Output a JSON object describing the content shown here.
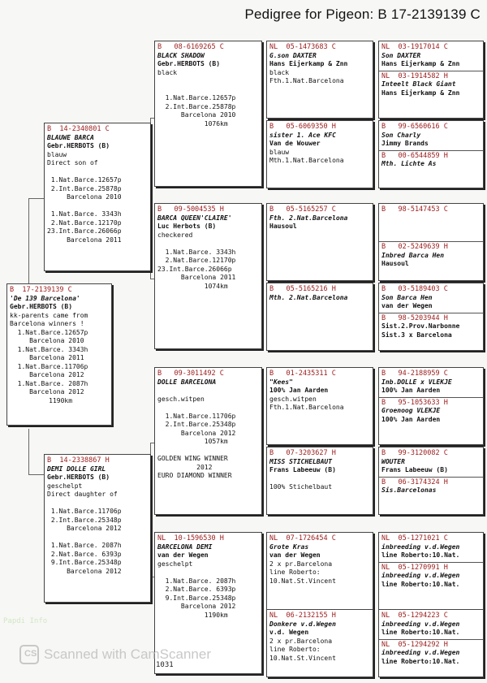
{
  "title": "Pedigree for Pigeon: B   17-2139139 C",
  "boxes": [
    {
      "id": "b-main",
      "lines": [
        [
          "h",
          "B  17-2139139 C"
        ],
        [
          "n",
          "'De 139 Barcelona'"
        ],
        [
          "b",
          "Gebr.HERBOTS (B)"
        ],
        [
          "t",
          "kk-parents came from"
        ],
        [
          "t",
          "Barcelona winners !"
        ],
        [
          "t",
          "  1.Nat.Barce.12657p"
        ],
        [
          "t",
          "     Barcelona 2010"
        ],
        [
          "t",
          "  1.Nat.Barce. 3343h"
        ],
        [
          "t",
          "     Barcelona 2011"
        ],
        [
          "t",
          "  1.Nat.Barce.11706p"
        ],
        [
          "t",
          "     Barcelona 2012"
        ],
        [
          "t",
          "  1.Nat.Barce. 2087h"
        ],
        [
          "t",
          "     Barcelona 2012"
        ],
        [
          "t",
          "          1190km"
        ]
      ]
    },
    {
      "id": "b-sire",
      "lines": [
        [
          "h",
          "B  14-2340801 C"
        ],
        [
          "n",
          "BLAUWE BARCA"
        ],
        [
          "b",
          "Gebr.HERBOTS (B)"
        ],
        [
          "t",
          "blauw"
        ],
        [
          "t",
          "Direct son of"
        ],
        [
          "t",
          ""
        ],
        [
          "t",
          " 1.Nat.Barce.12657p"
        ],
        [
          "t",
          " 2.Int.Barce.25878p"
        ],
        [
          "t",
          "     Barcelona 2010"
        ],
        [
          "t",
          ""
        ],
        [
          "t",
          " 1.Nat.Barce. 3343h"
        ],
        [
          "t",
          " 2.Nat.Barce.12170p"
        ],
        [
          "t",
          "23.Int.Barce.26066p"
        ],
        [
          "t",
          "     Barcelona 2011"
        ]
      ]
    },
    {
      "id": "b-dam",
      "lines": [
        [
          "h",
          "B  14-2338867 H"
        ],
        [
          "n",
          "DEMI DOLLE GIRL"
        ],
        [
          "b",
          "Gebr.HERBOTS (B)"
        ],
        [
          "t",
          "geschelpt"
        ],
        [
          "t",
          "Direct daughter of"
        ],
        [
          "t",
          ""
        ],
        [
          "t",
          " 1.Nat.Barce.11706p"
        ],
        [
          "t",
          " 2.Int.Barce.25348p"
        ],
        [
          "t",
          "     Barcelona 2012"
        ],
        [
          "t",
          ""
        ],
        [
          "t",
          " 1.Nat.Barce. 2087h"
        ],
        [
          "t",
          " 2.Nat.Barce. 6393p"
        ],
        [
          "t",
          " 9.Int.Barce.25348p"
        ],
        [
          "t",
          "     Barcelona 2012"
        ]
      ]
    },
    {
      "id": "b-ss",
      "lines": [
        [
          "h",
          "B   08-6169265 C"
        ],
        [
          "n",
          "BLACK SHADOW"
        ],
        [
          "b",
          "Gebr.HERBOTS (B)"
        ],
        [
          "t",
          "black"
        ],
        [
          "t",
          ""
        ],
        [
          "t",
          ""
        ],
        [
          "t",
          "  1.Nat.Barce.12657p"
        ],
        [
          "t",
          "  2.Int.Barce.25878p"
        ],
        [
          "t",
          "      Barcelona 2010"
        ],
        [
          "t",
          "            1076km"
        ]
      ]
    },
    {
      "id": "b-sd",
      "lines": [
        [
          "h",
          "B   09-5004535 H"
        ],
        [
          "n",
          "BARCA QUEEN'CLAIRE'"
        ],
        [
          "b",
          "Luc Herbots (B)"
        ],
        [
          "t",
          "checkered"
        ],
        [
          "t",
          ""
        ],
        [
          "t",
          "  1.Nat.Barce. 3343h"
        ],
        [
          "t",
          "  2.Nat.Barce.12170p"
        ],
        [
          "t",
          "23.Int.Barce.26066p"
        ],
        [
          "t",
          "      Barcelona 2011"
        ],
        [
          "t",
          "            1074km"
        ]
      ]
    },
    {
      "id": "b-ds",
      "lines": [
        [
          "h",
          "B   09-3011492 C"
        ],
        [
          "n",
          "DOLLE BARCELONA"
        ],
        [
          "t",
          ""
        ],
        [
          "t",
          "gesch.witpen"
        ],
        [
          "t",
          ""
        ],
        [
          "t",
          "  1.Nat.Barce.11706p"
        ],
        [
          "t",
          "  2.Int.Barce.25348p"
        ],
        [
          "t",
          "      Barcelona 2012"
        ],
        [
          "t",
          "            1057km"
        ],
        [
          "t",
          ""
        ],
        [
          "t",
          "GOLDEN WING WINNER"
        ],
        [
          "t",
          "          2012"
        ],
        [
          "t",
          "EURO DIAMOND WINNER"
        ]
      ]
    },
    {
      "id": "b-dd",
      "lines": [
        [
          "h",
          "NL  10-1596530 H"
        ],
        [
          "n",
          "BARCELONA DEMI"
        ],
        [
          "b",
          "van der Wegen"
        ],
        [
          "t",
          "geschelpt"
        ],
        [
          "t",
          ""
        ],
        [
          "t",
          "  1.Nat.Barce. 2087h"
        ],
        [
          "t",
          "  2.Nat.Barce. 6393p"
        ],
        [
          "t",
          "  9.Int.Barce.25348p"
        ],
        [
          "t",
          "      Barcelona 2012"
        ],
        [
          "t",
          "            1190km"
        ]
      ]
    },
    {
      "id": "b-sss",
      "lines": [
        [
          "h",
          "NL  05-1473683 C"
        ],
        [
          "n",
          "G.son DAXTER"
        ],
        [
          "b",
          "Hans Eijerkamp & Znn"
        ],
        [
          "t",
          "black"
        ],
        [
          "t",
          "Fth.1.Nat.Barcelona"
        ]
      ]
    },
    {
      "id": "b-ssd",
      "lines": [
        [
          "h",
          "B   05-6069350 H"
        ],
        [
          "n",
          "sister 1. Ace KFC"
        ],
        [
          "b",
          "Van de Wouwer"
        ],
        [
          "t",
          "blauw"
        ],
        [
          "t",
          "Mth.1.Nat.Barcelona"
        ]
      ]
    },
    {
      "id": "b-sds",
      "lines": [
        [
          "h",
          "B   05-5165257 C"
        ],
        [
          "n",
          "Fth. 2.Nat.Barcelona"
        ],
        [
          "b",
          "Hausoul"
        ]
      ]
    },
    {
      "id": "b-sdd",
      "lines": [
        [
          "h",
          "B   05-5165216 H"
        ],
        [
          "n",
          "Mth. 2.Nat.Barcelona"
        ]
      ]
    },
    {
      "id": "b-dss",
      "lines": [
        [
          "h",
          "B   01-2435311 C"
        ],
        [
          "n",
          "\"Kees\""
        ],
        [
          "b",
          "100% Jan Aarden"
        ],
        [
          "t",
          "gesch.witpen"
        ],
        [
          "t",
          "Fth.1.Nat.Barcelona"
        ]
      ]
    },
    {
      "id": "b-dsd",
      "lines": [
        [
          "h",
          "B   07-3203627 H"
        ],
        [
          "n",
          "MISS STICHELBAUT"
        ],
        [
          "b",
          "Frans Labeeuw (B)"
        ],
        [
          "t",
          ""
        ],
        [
          "t",
          "100% Stichelbaut"
        ]
      ]
    },
    {
      "id": "b-dds",
      "lines": [
        [
          "h",
          "NL  07-1726454 C"
        ],
        [
          "n",
          "Grote Kras"
        ],
        [
          "b",
          "van der Wegen"
        ],
        [
          "t",
          "2 x pr.Barcelona"
        ],
        [
          "t",
          "line Roberto:"
        ],
        [
          "t",
          "10.Nat.St.Vincent"
        ]
      ]
    },
    {
      "id": "b-ddd",
      "lines": [
        [
          "h",
          "NL  06-2132155 H"
        ],
        [
          "n",
          "Donkere v.d.Wegen"
        ],
        [
          "b",
          "v.d. Wegen"
        ],
        [
          "t",
          "2 x pr.Barcelona"
        ],
        [
          "t",
          "line Roberto:"
        ],
        [
          "t",
          "10.Nat.St.Vincent"
        ]
      ]
    },
    {
      "id": "g1",
      "lines": [
        [
          "h",
          "NL  03-1917014 C"
        ],
        [
          "n",
          "Son DAXTER"
        ],
        [
          "b",
          "Hans Eijerkamp & Znn"
        ],
        [
          "s",
          ""
        ],
        [
          "h",
          "NL  03-1914582 H"
        ],
        [
          "n",
          "Inteelt Black Giant"
        ],
        [
          "b",
          "Hans Eijerkamp & Znn"
        ]
      ]
    },
    {
      "id": "g2",
      "lines": [
        [
          "h",
          "B   99-6560616 C"
        ],
        [
          "n",
          "Son Charly"
        ],
        [
          "b",
          "Jimmy Brands"
        ],
        [
          "s",
          ""
        ],
        [
          "h",
          "B   00-6544859 H"
        ],
        [
          "n",
          "Mth. Lichte As"
        ]
      ]
    },
    {
      "id": "g3",
      "lines": [
        [
          "h",
          "B   98-5147453 C"
        ],
        [
          "t",
          ""
        ],
        [
          "t",
          ""
        ],
        [
          "t",
          ""
        ],
        [
          "s",
          ""
        ],
        [
          "h",
          "B   02-5249639 H"
        ],
        [
          "n",
          "Inbred Barca Hen"
        ],
        [
          "b",
          "Hausoul"
        ]
      ]
    },
    {
      "id": "g4",
      "lines": [
        [
          "h",
          "B   03-5189403 C"
        ],
        [
          "n",
          "Son Barca Hen"
        ],
        [
          "b",
          "van der Wegen"
        ],
        [
          "s",
          ""
        ],
        [
          "h",
          "B   98-5203944 H"
        ],
        [
          "b",
          "Sist.2.Prov.Narbonne"
        ],
        [
          "b",
          "Sist.3 x Barcelona"
        ]
      ]
    },
    {
      "id": "g5",
      "lines": [
        [
          "h",
          "B   94-2188959 C"
        ],
        [
          "n",
          "Inb.DOLLE x VLEKJE"
        ],
        [
          "b",
          "100% Jan Aarden"
        ],
        [
          "s",
          ""
        ],
        [
          "h",
          "B   95-1053633 H"
        ],
        [
          "n",
          "Groenoog VLEKJE"
        ],
        [
          "b",
          "100% Jan Aarden"
        ]
      ]
    },
    {
      "id": "g6",
      "lines": [
        [
          "h",
          "B   99-3120082 C"
        ],
        [
          "n",
          "WOUTER"
        ],
        [
          "b",
          "Frans Labeeuw (B)"
        ],
        [
          "s",
          ""
        ],
        [
          "h",
          "B   06-3174324 H"
        ],
        [
          "n",
          "Sis.Barcelonas"
        ]
      ]
    },
    {
      "id": "g7",
      "lines": [
        [
          "h",
          "NL  05-1271021 C"
        ],
        [
          "n",
          "inbreeding v.d.Wegen"
        ],
        [
          "b",
          "line Roberto:10.Nat."
        ],
        [
          "s",
          ""
        ],
        [
          "h",
          "NL  05-1270991 H"
        ],
        [
          "n",
          "inbreeding v.d.Wegen"
        ],
        [
          "b",
          "line Roberto:10.Nat."
        ]
      ]
    },
    {
      "id": "g8",
      "lines": [
        [
          "h",
          "NL  05-1294223 C"
        ],
        [
          "n",
          "inbreeding v.d.Wegen"
        ],
        [
          "b",
          "line Roberto:10.Nat."
        ],
        [
          "s",
          ""
        ],
        [
          "h",
          "NL  05-1294292 H"
        ],
        [
          "n",
          "inbreeding v.d.Wegen"
        ],
        [
          "b",
          "line Roberto:10.Nat."
        ]
      ]
    }
  ],
  "footer": {
    "scanner_text": "Scanned with CamScanner",
    "icon_text": "CS",
    "page_number": "1031",
    "stamp_text": "Papdi Info"
  }
}
